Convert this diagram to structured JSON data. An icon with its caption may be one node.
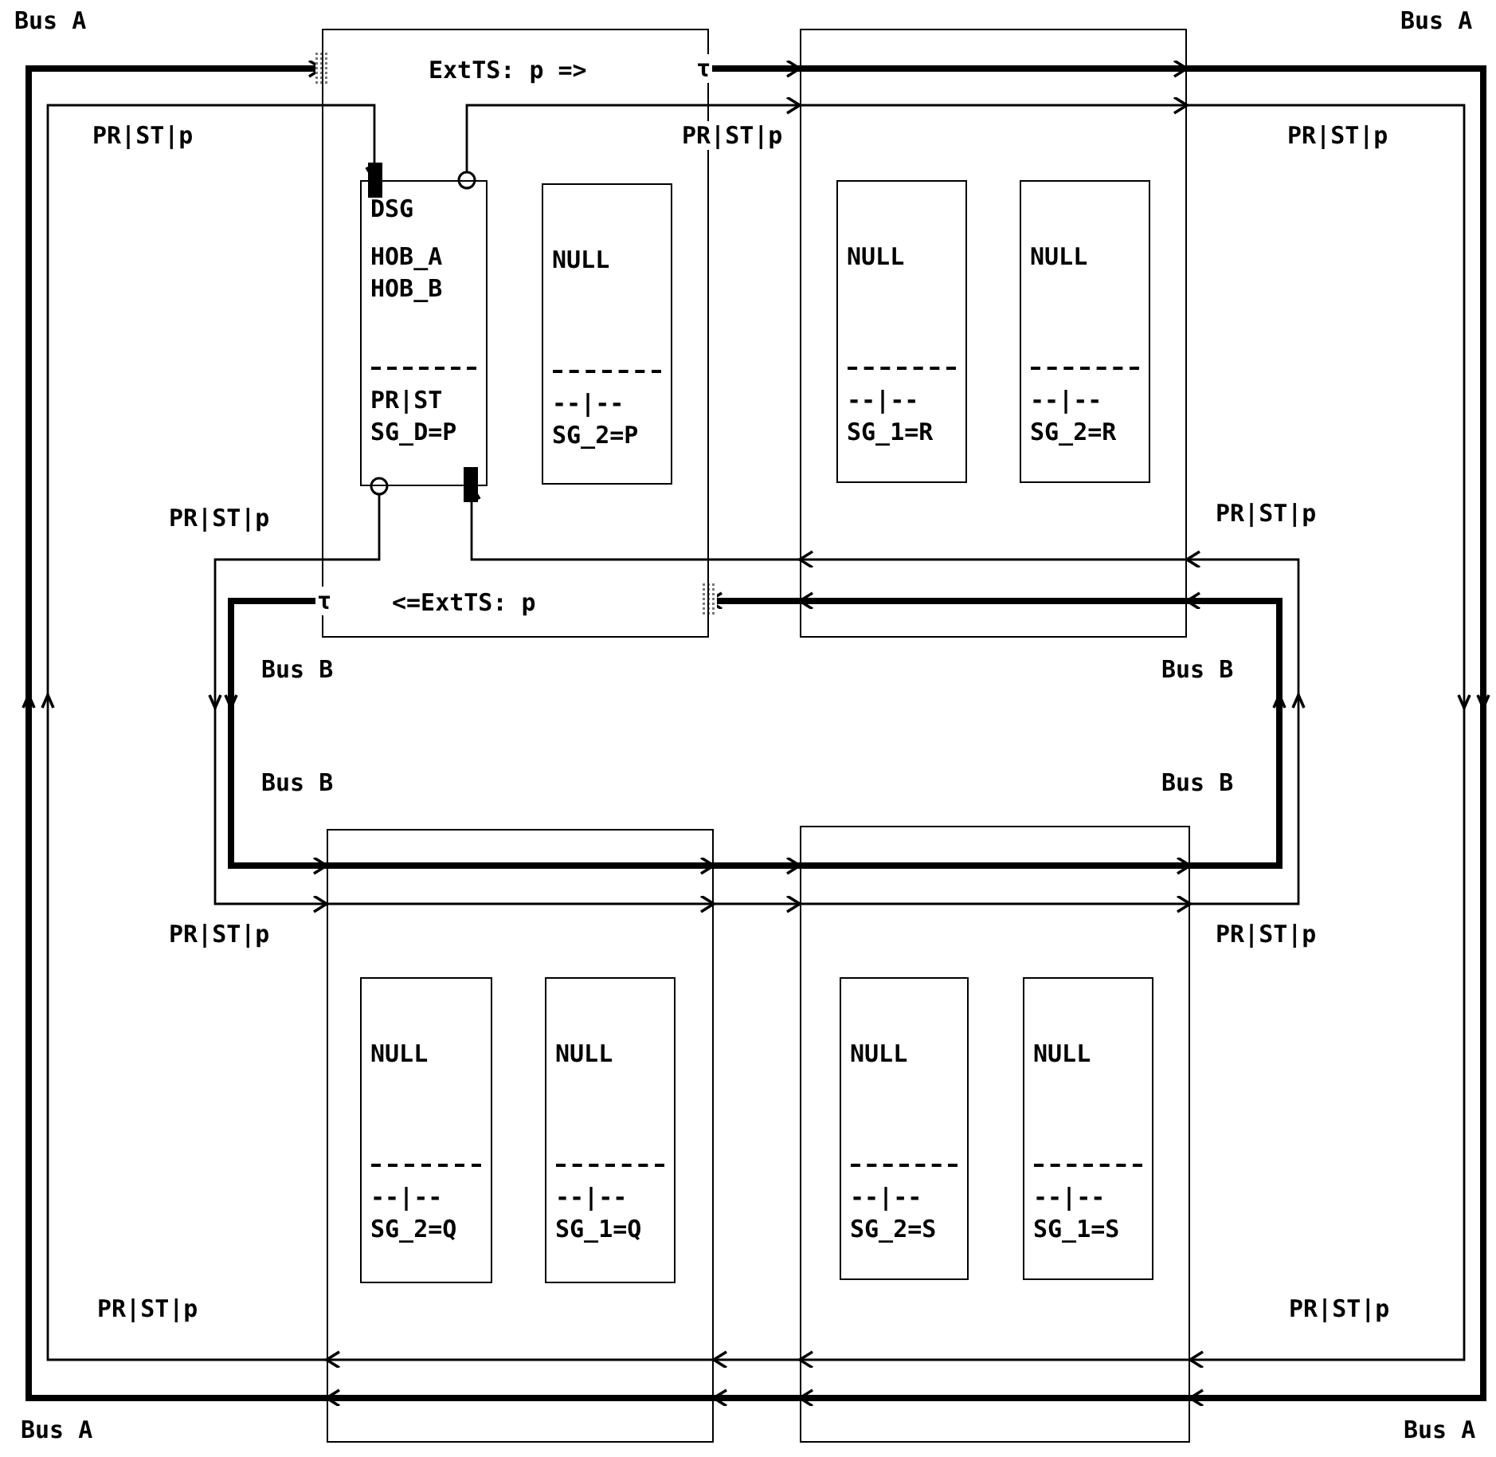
{
  "diagram": {
    "nodes": [
      {
        "text": [
          "ExtTS: p =>",
          "<=ExtTS: p"
        ]
      },
      {
        "text": [
          "DSG",
          "HOB_A",
          "HOB_B",
          "PR|ST",
          "SG_D=P"
        ],
        "in": 0
      },
      {
        "text": [
          "NULL",
          "--|--",
          "SG_2=P"
        ],
        "in": 0
      },
      {
        "text": [],
        "shape": "box"
      },
      {
        "text": [
          "NULL",
          "--|--",
          "SG_1=R"
        ],
        "in": 3
      },
      {
        "text": [
          "NULL",
          "--|--",
          "SG_2=R"
        ],
        "in": 3
      },
      {
        "text": [],
        "shape": "box"
      },
      {
        "text": [
          "NULL",
          "--|--",
          "SG_2=Q"
        ],
        "in": 6
      },
      {
        "text": [
          "NULL",
          "--|--",
          "SG_1=Q"
        ],
        "in": 6
      },
      {
        "text": [],
        "shape": "box"
      },
      {
        "text": [
          "NULL",
          "--|--",
          "SG_2=S"
        ],
        "in": 9
      },
      {
        "text": [
          "NULL",
          "--|--",
          "SG_1=S"
        ],
        "in": 9
      }
    ],
    "edges": [
      {
        "from": 6,
        "to": 0,
        "arrow": "to",
        "style": "thick"
      },
      {
        "from": 0,
        "to": 3,
        "arrow": "to",
        "style": "thick"
      },
      {
        "from": 3,
        "to": 9,
        "arrow": "to",
        "style": "thick"
      },
      {
        "from": 9,
        "to": 6,
        "arrow": "to",
        "style": "thick"
      },
      {
        "from": 6,
        "to": 1,
        "arrow": "to"
      },
      {
        "from": 1,
        "to": 3,
        "arrow": "to"
      },
      {
        "from": 3,
        "to": 9,
        "arrow": "to"
      },
      {
        "from": 9,
        "to": 6,
        "arrow": "to"
      },
      {
        "from": 3,
        "to": 0,
        "arrow": "to",
        "style": "thick"
      },
      {
        "from": 0,
        "to": 6,
        "arrow": "to",
        "style": "thick"
      },
      {
        "from": 6,
        "to": 9,
        "arrow": "to",
        "style": "thick"
      },
      {
        "from": 9,
        "to": 3,
        "arrow": "to",
        "style": "thick"
      },
      {
        "from": 3,
        "to": 1,
        "arrow": "to"
      },
      {
        "from": 1,
        "to": 6,
        "arrow": "to"
      },
      {
        "from": 6,
        "to": 9,
        "arrow": "to"
      },
      {
        "from": 9,
        "to": 3,
        "arrow": "to"
      }
    ],
    "labels": [
      "Bus A",
      "Bus A",
      "τ",
      "PR|ST|p",
      "PR|ST|p",
      "PR|ST|p",
      "PR|ST|p",
      "PR|ST|p",
      "τ",
      "Bus B",
      "Bus B",
      "Bus B",
      "Bus B",
      "PR|ST|p",
      "PR|ST|p",
      "PR|ST|p",
      "PR|ST|p",
      "Bus A",
      "Bus A"
    ]
  }
}
